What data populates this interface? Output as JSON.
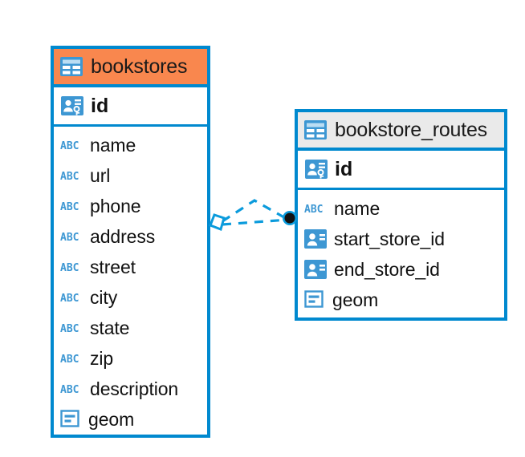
{
  "diagram": {
    "type": "entity-relationship-diagram",
    "colors": {
      "border": "#0089CF",
      "header_accent_primary": "#F9874E",
      "header_accent_secondary": "#EAEAEA",
      "icon_blue": "#3D97D3",
      "connector": "#0B9BDC",
      "connector_endpoint_fill": "#111111"
    },
    "entities": [
      {
        "name": "bookstores",
        "header_icon": "table-icon",
        "header_style": "orange",
        "primary_key": {
          "label": "id",
          "icon": "primary-key-icon"
        },
        "fields": [
          {
            "label": "name",
            "icon": "text-type-icon"
          },
          {
            "label": "url",
            "icon": "text-type-icon"
          },
          {
            "label": "phone",
            "icon": "text-type-icon"
          },
          {
            "label": "address",
            "icon": "text-type-icon"
          },
          {
            "label": "street",
            "icon": "text-type-icon"
          },
          {
            "label": "city",
            "icon": "text-type-icon"
          },
          {
            "label": "state",
            "icon": "text-type-icon"
          },
          {
            "label": "zip",
            "icon": "text-type-icon"
          },
          {
            "label": "description",
            "icon": "text-type-icon"
          },
          {
            "label": "geom",
            "icon": "geometry-type-icon"
          }
        ]
      },
      {
        "name": "bookstore_routes",
        "header_icon": "table-icon",
        "header_style": "gray",
        "primary_key": {
          "label": "id",
          "icon": "primary-key-icon"
        },
        "fields": [
          {
            "label": "name",
            "icon": "text-type-icon"
          },
          {
            "label": "start_store_id",
            "icon": "foreign-key-icon"
          },
          {
            "label": "end_store_id",
            "icon": "foreign-key-icon"
          },
          {
            "label": "geom",
            "icon": "geometry-type-icon"
          }
        ]
      }
    ],
    "relationship": {
      "source_entity": "bookstores",
      "target_entity": "bookstore_routes",
      "source_marker": "diamond-open",
      "target_marker": "circle-filled",
      "line_style": "dashed",
      "connection_count": 2
    }
  }
}
